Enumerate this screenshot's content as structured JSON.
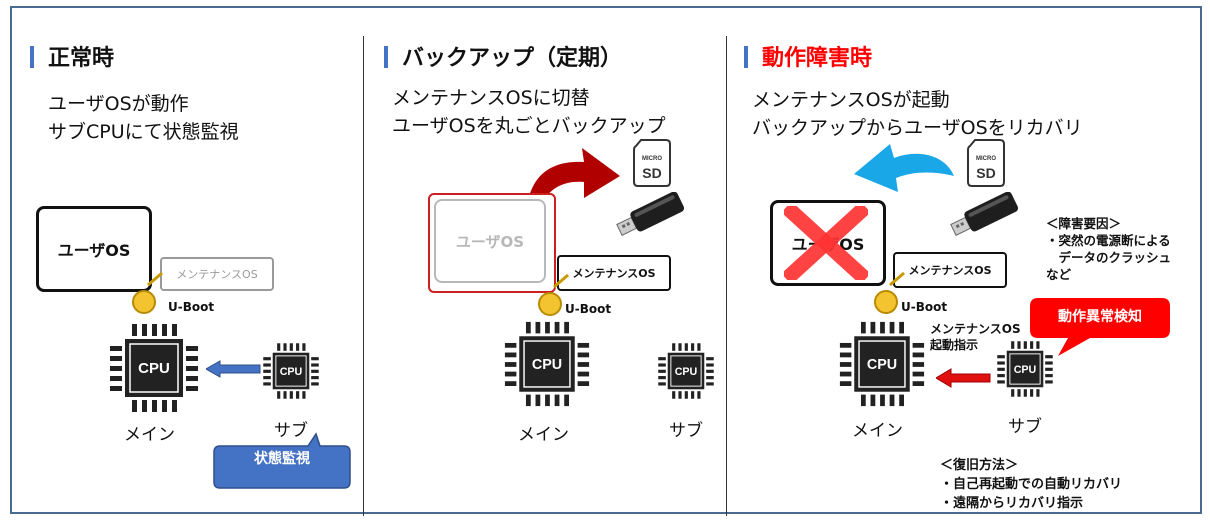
{
  "panels": {
    "normal": {
      "title": "正常時",
      "desc_line1": "ユーザOSが動作",
      "desc_line2": "サブCPUにて状態監視",
      "user_os": "ユーザOS",
      "maint_os": "メンテナンスOS",
      "uboot": "U-Boot",
      "main_label": "メイン",
      "sub_label": "サブ",
      "callout": "状態監視"
    },
    "backup": {
      "title": "バックアップ（定期）",
      "desc_line1": "メンテナンスOSに切替",
      "desc_line2": "ユーザOSを丸ごとバックアップ",
      "user_os": "ユーザOS",
      "maint_os": "メンテナンスOS",
      "uboot": "U-Boot",
      "main_label": "メイン",
      "sub_label": "サブ"
    },
    "failure": {
      "title": "動作障害時",
      "desc_line1": "メンテナンスOSが起動",
      "desc_line2": "バックアップからユーザOSをリカバリ",
      "user_os": "ユーザOS",
      "maint_os": "メンテナンスOS",
      "uboot": "U-Boot",
      "main_label": "メイン",
      "sub_label": "サブ",
      "cause_title": "＜障害要因＞",
      "cause_line1": "・突然の電源断による",
      "cause_line2": "　データのクラッシュ",
      "cause_line3": "など",
      "detect": "動作異常検知",
      "boot_cmd_line1": "メンテナンスOS",
      "boot_cmd_line2": "起動指示",
      "recovery_title": "＜復旧方法＞",
      "recovery_line1": "・自己再起動での自動リカバリ",
      "recovery_line2": "・遠隔からリカバリ指示"
    }
  },
  "chip_text": "CPU",
  "sd_text_small": "MICRO",
  "sd_text_big": "SD",
  "colors": {
    "accent_blue": "#4472c4",
    "alert_red": "#ff0000",
    "dark_red": "#c00000",
    "sky_blue": "#1aa7e8",
    "uboot_yellow": "#f4c430"
  }
}
